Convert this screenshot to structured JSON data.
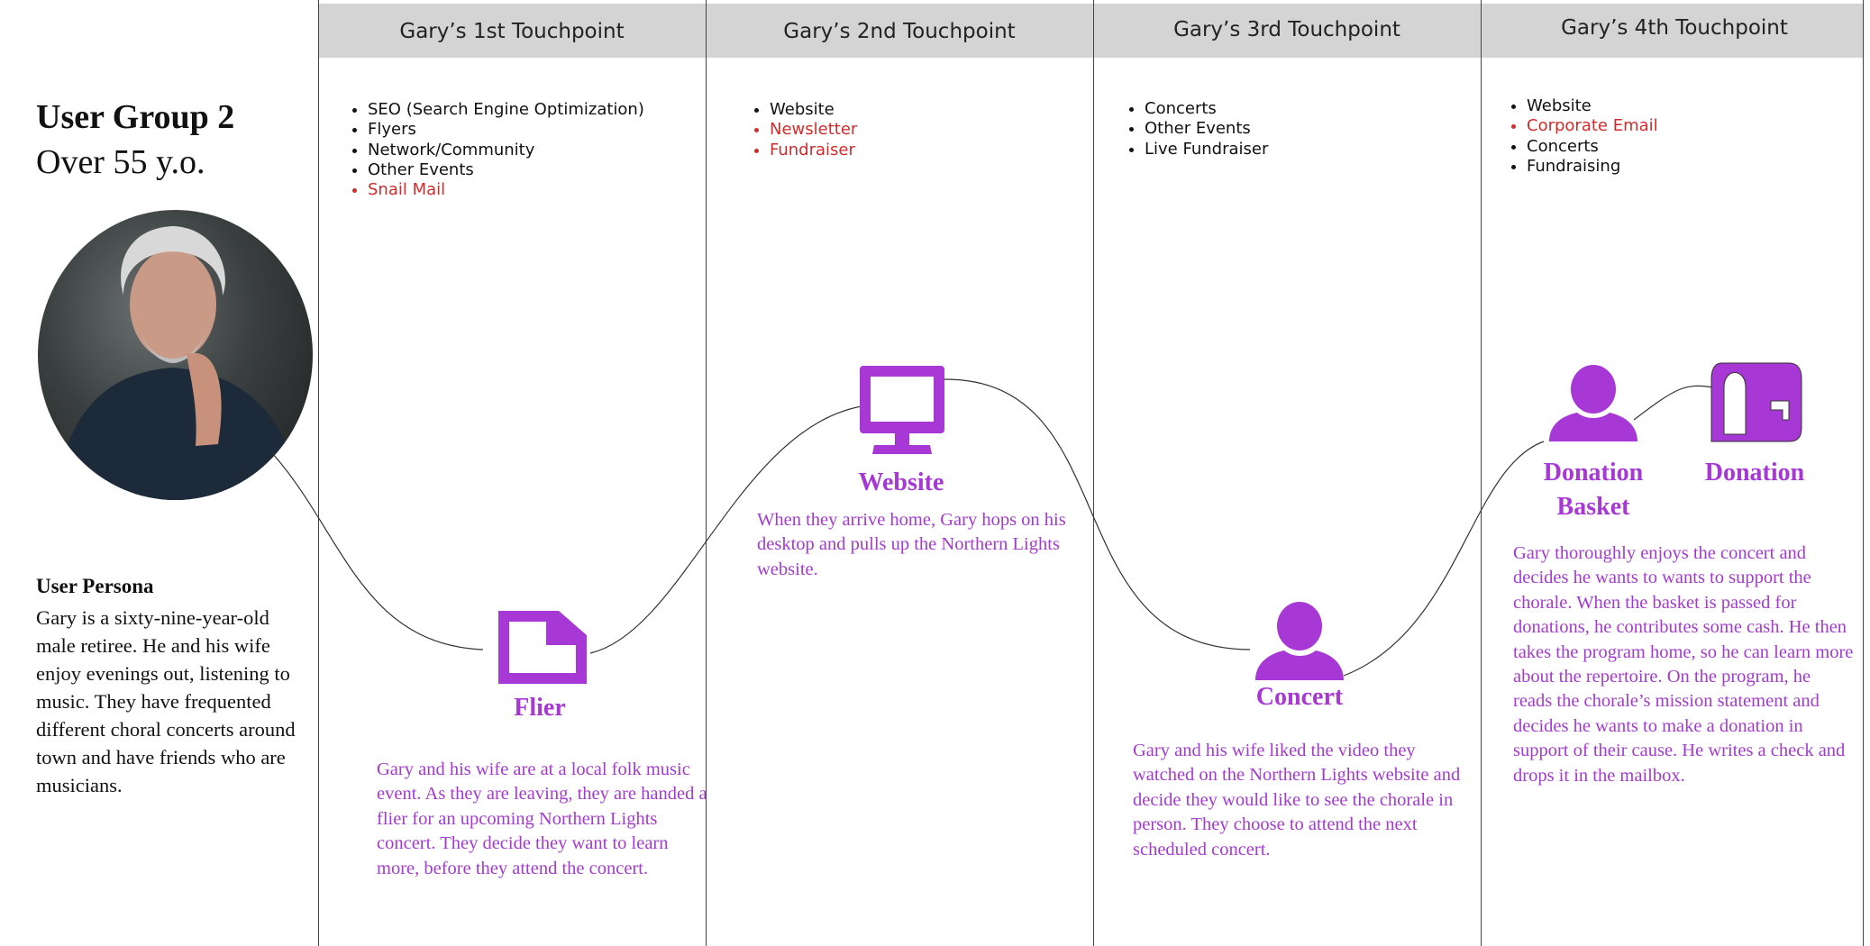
{
  "user_group": {
    "title": "User Group 2",
    "subtitle": "Over 55 y.o."
  },
  "persona": {
    "title": "User Persona",
    "body": "Gary is a sixty-nine-year-old male retiree. He and his wife enjoy evenings out, listening to music. They have frequented different choral concerts around town and have friends who are musicians."
  },
  "colors": {
    "accent": "#a838d6",
    "highlight": "#d22b2b",
    "header_bg": "#d4d4d4"
  },
  "touchpoints": [
    {
      "title": "Gary’s 1st Touchpoint",
      "channels": [
        {
          "label": "SEO (Search Engine Optimization)",
          "highlight": false
        },
        {
          "label": "Flyers",
          "highlight": false
        },
        {
          "label": "Network/Community",
          "highlight": false
        },
        {
          "label": "Other Events",
          "highlight": false
        },
        {
          "label": "Snail Mail",
          "highlight": true
        }
      ],
      "icon": "document-icon",
      "label": "Flier",
      "description": "Gary and his wife are at a local folk music event. As they are leaving, they are handed a flier for an upcoming Northern Lights concert. They decide they want to learn more, before they attend the concert."
    },
    {
      "title": "Gary’s 2nd Touchpoint",
      "channels": [
        {
          "label": "Website",
          "highlight": false
        },
        {
          "label": "Newsletter",
          "highlight": true
        },
        {
          "label": "Fundraiser",
          "highlight": true
        }
      ],
      "icon": "desktop-monitor-icon",
      "label": "Website",
      "description": "When they arrive home, Gary hops on his desktop and pulls up the Northern Lights website."
    },
    {
      "title": "Gary’s 3rd Touchpoint",
      "channels": [
        {
          "label": "Concerts",
          "highlight": false
        },
        {
          "label": "Other Events",
          "highlight": false
        },
        {
          "label": "Live Fundraiser",
          "highlight": false
        }
      ],
      "icon": "person-icon",
      "label": "Concert",
      "description": "Gary and his wife liked the video they watched on the Northern Lights website and decide they would like to see the chorale in person. They choose to attend the next scheduled concert."
    },
    {
      "title": "Gary’s 4th Touchpoint",
      "channels": [
        {
          "label": "Website",
          "highlight": false
        },
        {
          "label": "Corporate Email",
          "highlight": true
        },
        {
          "label": "Concerts",
          "highlight": false
        },
        {
          "label": "Fundraising",
          "highlight": false
        }
      ],
      "icon": "person-icon",
      "label": "Donation Basket",
      "label2_icon": "mailbox-icon",
      "label2": "Donation",
      "description": "Gary thoroughly enjoys the concert and decides he wants to wants to support the chorale. When the basket is passed for donations, he contributes some cash. He then takes the program home, so he can learn more about the repertoire. On the program, he reads the chorale’s mission statement and decides he wants to make a donation in support of their cause. He writes a check and drops it in the mailbox."
    }
  ]
}
